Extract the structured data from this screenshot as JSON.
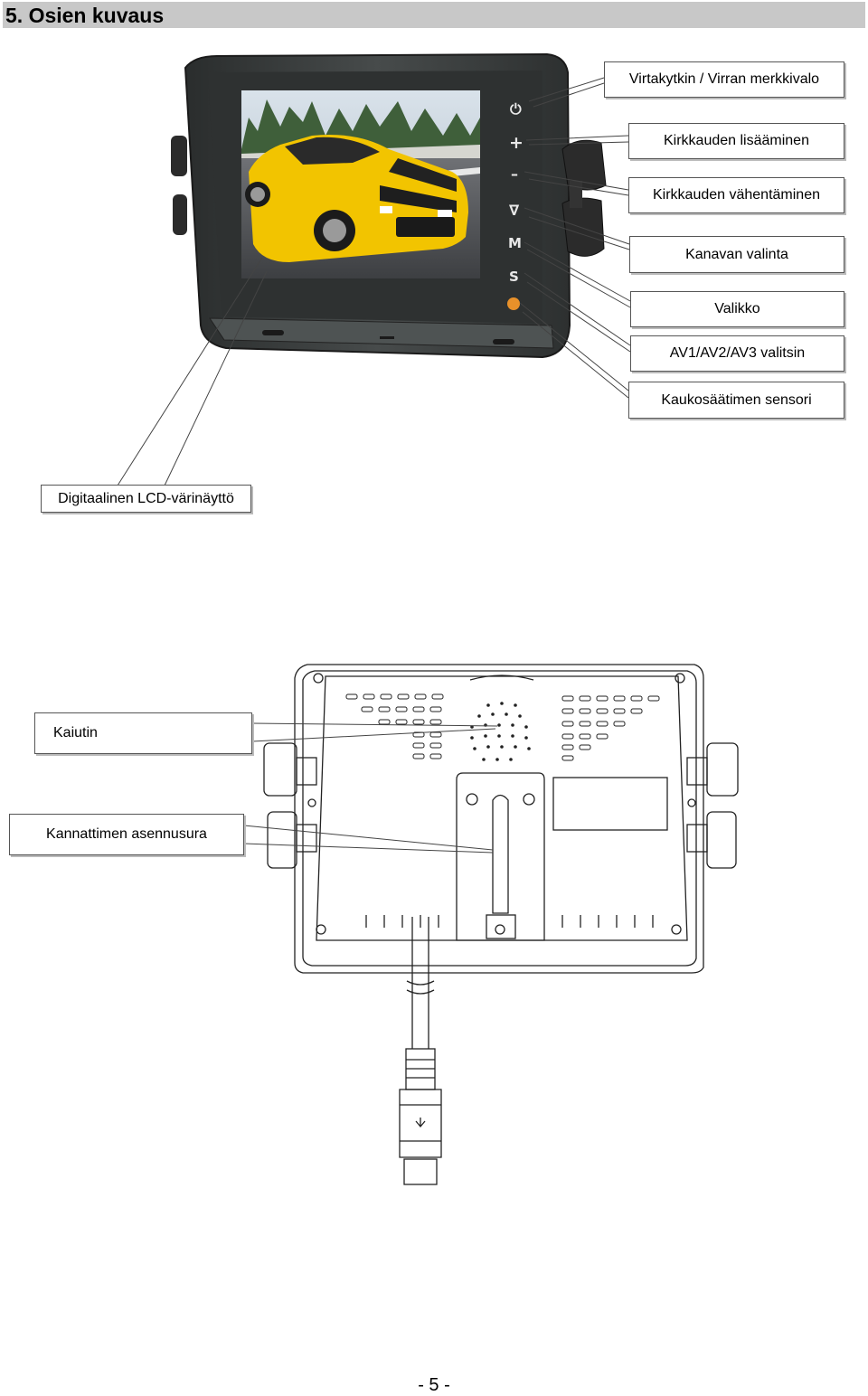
{
  "header": {
    "title": "5.  Osien kuvaus"
  },
  "front_labels": {
    "power": "Virtakytkin / Virran merkkivalo",
    "brightness_up": "Kirkkauden lisääminen",
    "brightness_down": "Kirkkauden vähentäminen",
    "channel": "Kanavan valinta",
    "menu": "Valikko",
    "av_select": "AV1/AV2/AV3 valitsin",
    "remote_sensor": "Kaukosäätimen sensori",
    "lcd": "Digitaalinen LCD-värinäyttö"
  },
  "front_buttons": {
    "power": "⏻",
    "plus": "+",
    "minus": "–",
    "down": "∇",
    "menu": "M",
    "source": "S"
  },
  "back_labels": {
    "speaker": "Kaiutin",
    "bracket": "Kannattimen asennusura"
  },
  "footer": {
    "page_number": "- 5 -"
  },
  "colors": {
    "section_bar": "#c8c8c8",
    "car_yellow": "#f2c400",
    "sensor_orange": "#e8912a",
    "monitor_body": "#3a3d3d"
  }
}
